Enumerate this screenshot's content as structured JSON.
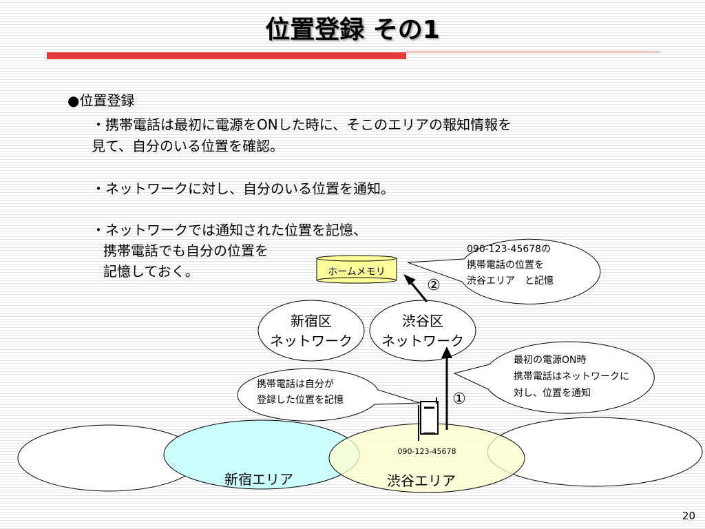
{
  "title": "位置登録 その1",
  "colors": {
    "accent_bar": "#e53a3a",
    "shinjuku_fill": "#ccffff",
    "shibuya_fill": "#ffffcc",
    "home_memory_fill": "#ffff99"
  },
  "body": {
    "heading": "●位置登録",
    "lines": [
      "・携帯電話は最初に電源をONした時に、そこのエリアの報知情報を",
      "見て、自分のいる位置を確認。",
      "・ネットワークに対し、自分のいる位置を通知。",
      "・ネットワークでは通知された位置を記憶、",
      "携帯電話でも自分の位置を",
      "記憶しておく。"
    ]
  },
  "diagram": {
    "home_memory_label": "ホームメモリ",
    "networks": [
      {
        "line1": "新宿区",
        "line2": "ネットワーク"
      },
      {
        "line1": "渋谷区",
        "line2": "ネットワーク"
      }
    ],
    "areas": {
      "shinjuku": "新宿エリア",
      "shibuya": "渋谷エリア"
    },
    "phone_number": "090-123-45678",
    "step1": "①",
    "step2": "②",
    "callouts": {
      "home_memory": [
        "090-123-45678の",
        "携帯電話の位置を",
        "渋谷エリア　と記憶"
      ],
      "power_on": [
        "最初の電源ON時",
        "携帯電話はネットワークに",
        "対し、位置を通知"
      ],
      "phone_memory": [
        "携帯電話は自分が",
        "登録した位置を記憶"
      ]
    }
  },
  "page_number": "20"
}
